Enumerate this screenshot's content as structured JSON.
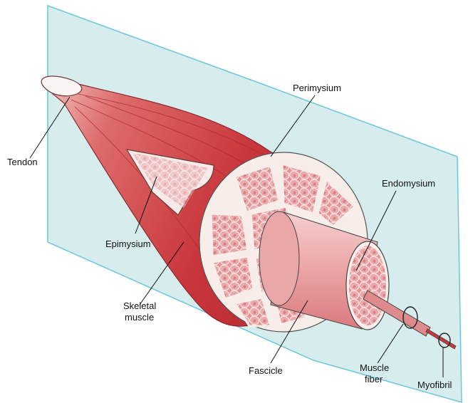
{
  "diagram": {
    "labels": {
      "tendon": "Tendon",
      "perimysium": "Perimysium",
      "endomysium": "Endomysium",
      "epimysium": "Epimysium",
      "skeletal_muscle_1": "Skeletal",
      "skeletal_muscle_2": "muscle",
      "fascicle": "Fascicle",
      "muscle_fiber_1": "Muscle",
      "muscle_fiber_2": "fiber",
      "myofibril": "Myofibril"
    }
  },
  "colors": {
    "plane": "#d3ecec",
    "plane_edge": "#5dc0d8",
    "muscle_dark": "#c9363c",
    "muscle_mid": "#df6f6f",
    "muscle_light": "#f1b7b4",
    "bundle": "#e9999c",
    "connective": "#f7eeea"
  }
}
